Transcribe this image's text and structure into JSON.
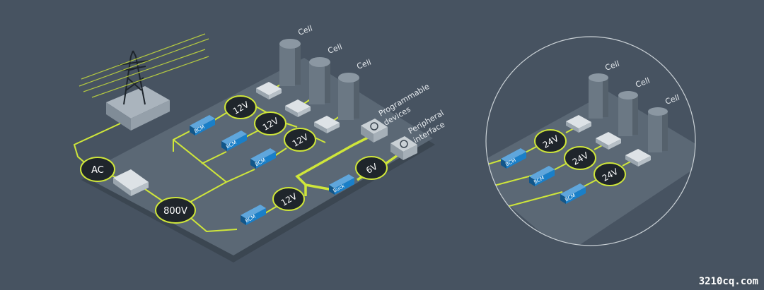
{
  "colors": {
    "background": "#475361",
    "platform": "#5b6875",
    "platform_edge": "#3b4651",
    "wire": "#cfe63a",
    "bcm_blue": "#1a7fc8",
    "badge_fill": "#1f252b",
    "cell_front": "#6b7884",
    "cell_side": "#55616c",
    "cell_top": "#8b97a2",
    "device_box": "#b8c0c6"
  },
  "left": {
    "input_label": "AC",
    "bus_label": "800V",
    "rails": [
      {
        "voltage": "12V",
        "converter": "BCM",
        "cell": "Cell"
      },
      {
        "voltage": "12V",
        "converter": "BCM",
        "cell": "Cell"
      },
      {
        "voltage": "12V",
        "converter": "BCM",
        "cell": "Cell"
      }
    ],
    "lower_rail": {
      "converter": "BCM",
      "voltage": "12V"
    },
    "buck": {
      "label": "Buck",
      "voltage": "6V"
    },
    "devices": [
      {
        "label_line1": "Programmable",
        "label_line2": "devices",
        "icon": "chip-icon"
      },
      {
        "label_line1": "Peripheral",
        "label_line2": "interface",
        "icon": "chip-icon"
      }
    ]
  },
  "right": {
    "rails": [
      {
        "voltage": "24V",
        "converter": "BCM",
        "cell": "Cell"
      },
      {
        "voltage": "24V",
        "converter": "BCM",
        "cell": "Cell"
      },
      {
        "voltage": "24V",
        "converter": "BCM",
        "cell": "Cell"
      }
    ]
  },
  "watermark": "3210cq.com"
}
